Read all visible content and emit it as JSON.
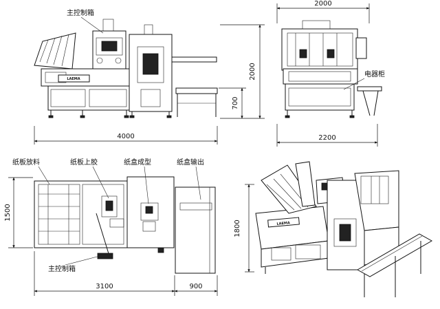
{
  "brand_mark": "LAEMA",
  "front_view": {
    "label_control_box": "主控制箱",
    "dim_length": "4000",
    "dim_total_height": "2000",
    "dim_conveyor_height": "700"
  },
  "side_view": {
    "label_electric_cabinet": "电器柜",
    "dim_top_width": "2000",
    "dim_bottom_width": "2200"
  },
  "top_view": {
    "label_board_feed": "纸板放料",
    "label_board_glue": "纸板上胶",
    "label_box_forming": "纸盒成型",
    "label_box_output": "纸盒输出",
    "label_control_box": "主控制箱",
    "dim_width": "1500",
    "dim_main_length": "3100",
    "dim_output_length": "900"
  },
  "iso_view": {
    "dim_height": "1800"
  }
}
